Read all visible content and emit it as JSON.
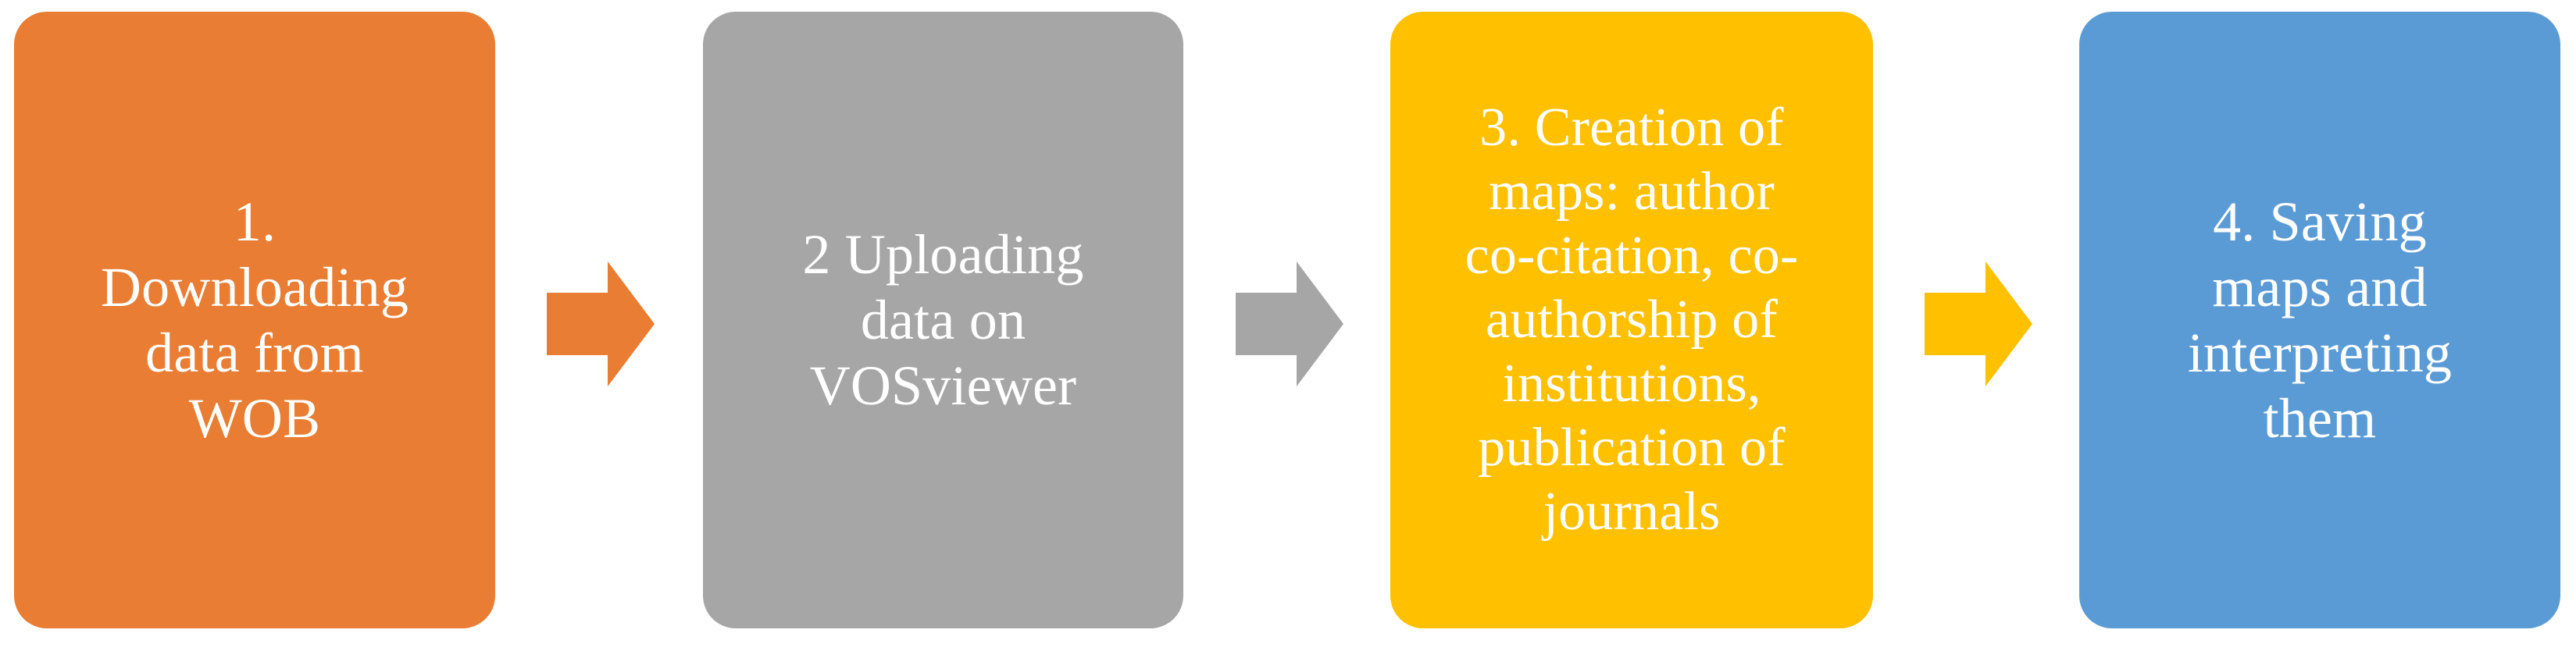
{
  "diagram": {
    "title": "Research methodology process flow",
    "type": "horizontal-process-flow",
    "background_color": "#FFFFFF",
    "steps": [
      {
        "id": "step-1",
        "number": "1.",
        "label": "1.\nDownloading\ndata from\nWOB",
        "text_plain": "1. Downloading data from WOB",
        "color": "#E87D33",
        "text_color": "#FFFFFF",
        "shape": "rounded-rectangle"
      },
      {
        "id": "step-2",
        "number": "2",
        "label": "2  Uploading\ndata  on\nVOSviewer",
        "text_plain": "2  Uploading data  on VOSviewer",
        "color": "#A6A6A6",
        "text_color": "#FFFFFF",
        "shape": "rounded-rectangle"
      },
      {
        "id": "step-3",
        "number": "3.",
        "label": "3. Creation of\nmaps: author\nco-citation, co-\nauthorship of\ninstitutions,\npublication of\njournals",
        "text_plain": "3. Creation of maps: author co-citation, co-authorship of institutions, publication of journals",
        "color": "#FFC000",
        "text_color": "#FFFFFF",
        "shape": "rounded-rectangle"
      },
      {
        "id": "step-4",
        "number": "4.",
        "label": "4. Saving\nmaps and\ninterpreting\nthem",
        "text_plain": "4. Saving maps and interpreting them",
        "color": "#5B9BD5",
        "text_color": "#FFFFFF",
        "shape": "rounded-rectangle"
      }
    ],
    "connectors": [
      {
        "id": "arrow-1",
        "icon": "right-block-arrow-icon",
        "color": "#E87D33",
        "from": "step-1",
        "to": "step-2"
      },
      {
        "id": "arrow-2",
        "icon": "right-block-arrow-icon",
        "color": "#A6A6A6",
        "from": "step-2",
        "to": "step-3"
      },
      {
        "id": "arrow-3",
        "icon": "right-block-arrow-icon",
        "color": "#FFC000",
        "from": "step-3",
        "to": "step-4"
      }
    ]
  }
}
